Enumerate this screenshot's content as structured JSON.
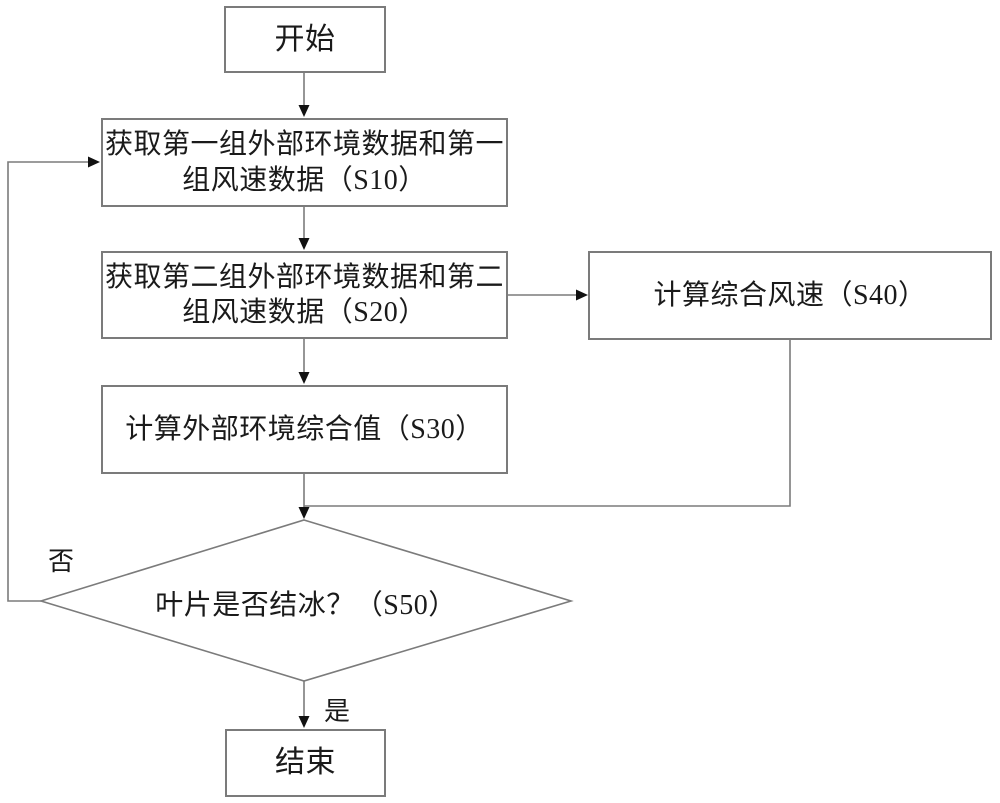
{
  "figure": {
    "type": "flowchart",
    "background": "#ffffff",
    "line_color": "#7b7b7b",
    "arrow_color": "#111111",
    "text_color": "#1a1a1a"
  },
  "nodes": {
    "start": {
      "label": "开始"
    },
    "s10": {
      "line1": "获取第一组外部环境数据和第一",
      "line2": "组风速数据（S10）"
    },
    "s20": {
      "line1": "获取第二组外部环境数据和第二",
      "line2": "组风速数据（S20）"
    },
    "s40": {
      "label": "计算综合风速（S40）"
    },
    "s30": {
      "label": "计算外部环境综合值（S30）"
    },
    "s50": {
      "label": "叶片是否结冰？（S50）"
    },
    "end": {
      "label": "结束"
    }
  },
  "edge_labels": {
    "no": "否",
    "yes": "是"
  },
  "edges": [
    "start -> s10",
    "s10 -> s20",
    "s20 -> s40",
    "s20 -> s30",
    "s30 -> s50",
    "s40 -> s50 (merge before decision)",
    "s50 -> end (是)",
    "s50 -> s10 (否, feedback loop)"
  ]
}
